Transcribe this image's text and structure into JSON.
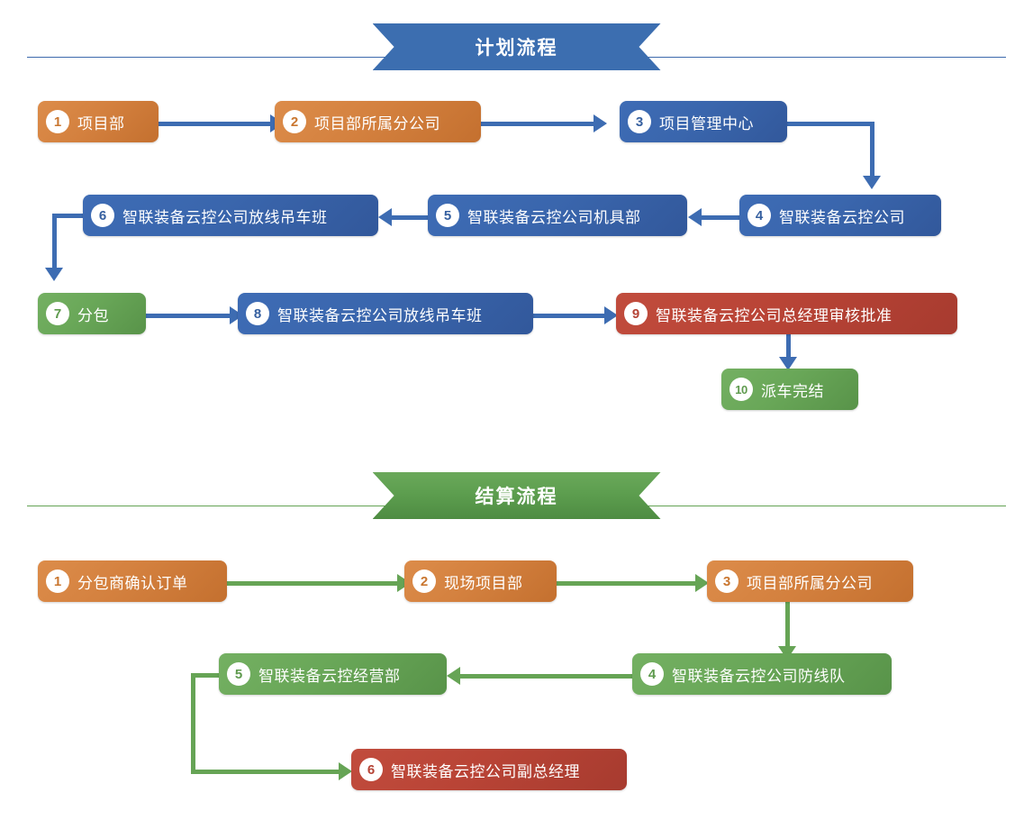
{
  "sections": [
    {
      "id": "plan",
      "title": "计划流程",
      "accent": "#3c6eb0",
      "nodes": [
        {
          "num": "1",
          "label": "项目部",
          "color": "orange"
        },
        {
          "num": "2",
          "label": "项目部所属分公司",
          "color": "orange"
        },
        {
          "num": "3",
          "label": "项目管理中心",
          "color": "blue"
        },
        {
          "num": "4",
          "label": "智联装备云控公司",
          "color": "blue"
        },
        {
          "num": "5",
          "label": "智联装备云控公司机具部",
          "color": "blue"
        },
        {
          "num": "6",
          "label": "智联装备云控公司放线吊车班",
          "color": "blue"
        },
        {
          "num": "7",
          "label": "分包",
          "color": "green"
        },
        {
          "num": "8",
          "label": "智联装备云控公司放线吊车班",
          "color": "blue"
        },
        {
          "num": "9",
          "label": "智联装备云控公司总经理审核批准",
          "color": "red"
        },
        {
          "num": "10",
          "label": "派车完结",
          "color": "green"
        }
      ]
    },
    {
      "id": "settlement",
      "title": "结算流程",
      "accent": "#5d9e4f",
      "nodes": [
        {
          "num": "1",
          "label": "分包商确认订单",
          "color": "orange"
        },
        {
          "num": "2",
          "label": "现场项目部",
          "color": "orange"
        },
        {
          "num": "3",
          "label": "项目部所属分公司",
          "color": "orange"
        },
        {
          "num": "4",
          "label": "智联装备云控公司防线队",
          "color": "green"
        },
        {
          "num": "5",
          "label": "智联装备云控经营部",
          "color": "green"
        },
        {
          "num": "6",
          "label": "智联装备云控公司副总经理",
          "color": "red"
        }
      ]
    }
  ]
}
